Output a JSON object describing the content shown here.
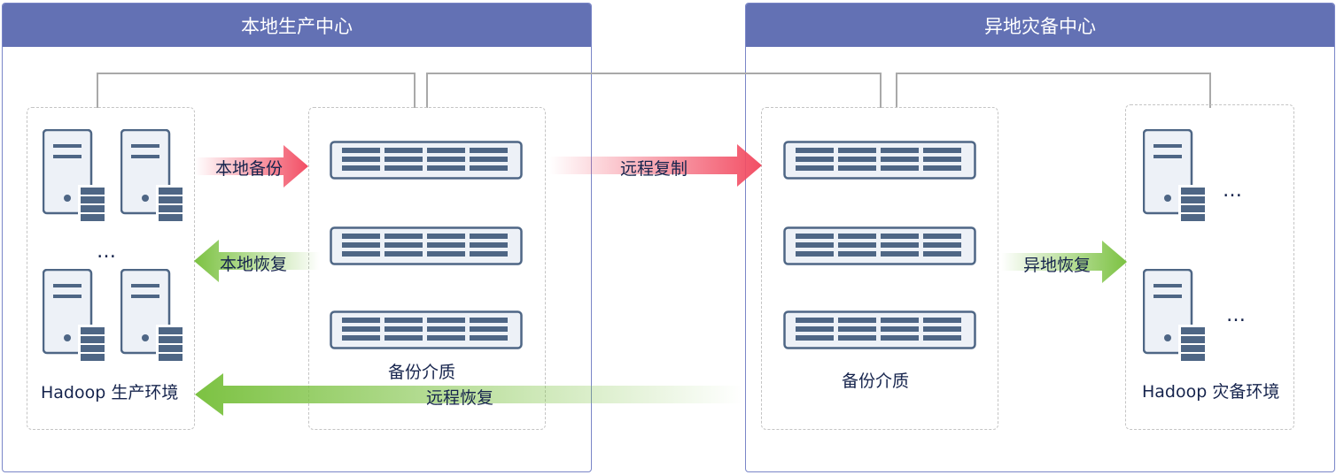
{
  "local_center": {
    "title": "本地生产中心"
  },
  "remote_center": {
    "title": "异地灾备中心"
  },
  "local_env": {
    "label": "Hadoop 生产环境",
    "ellipsis": "…"
  },
  "local_media": {
    "label": "备份介质"
  },
  "remote_media": {
    "label": "备份介质"
  },
  "remote_env": {
    "label": "Hadoop 灾备环境",
    "ellipsis_1": "…",
    "ellipsis_2": "…"
  },
  "flows": {
    "local_backup": "本地备份",
    "local_restore": "本地恢复",
    "remote_replication": "远程复制",
    "remote_restore": "远程恢复",
    "offsite_restore": "异地恢复"
  },
  "colors": {
    "header": "#6371b4",
    "panel_border": "#7a86c8",
    "text": "#16244d",
    "arrow_red": "#f24e64",
    "arrow_green": "#7cc242",
    "connector": "#a9a9a9"
  }
}
